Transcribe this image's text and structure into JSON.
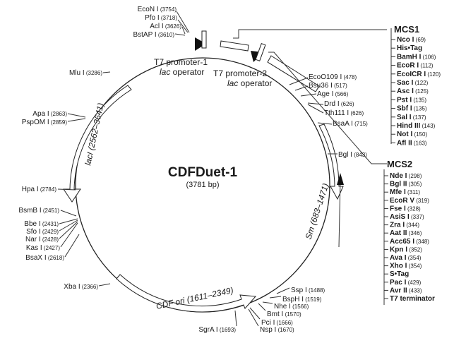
{
  "plasmid": {
    "name": "CDFDuet-1",
    "size_label": "(3781 bp)"
  },
  "features": {
    "lacI": "lacI (2562–3641)",
    "sm": "Sm (683–1471)",
    "cdf_ori": "CDF ori (1611–2349)",
    "t7_promoter_1": "T7 promoter-1",
    "lac_operator_1_italic": "lac",
    "lac_operator_1_rest": " operator",
    "t7_promoter_2": "T7 promoter-2",
    "lac_operator_2_italic": "lac",
    "lac_operator_2_rest": " operator"
  },
  "sites": [
    {
      "name": "EcoN I",
      "pos": "(3754)"
    },
    {
      "name": "Pfo I",
      "pos": "(3718)"
    },
    {
      "name": "Acl I",
      "pos": "(3626)"
    },
    {
      "name": "BstAP I",
      "pos": "(3610)"
    },
    {
      "name": "Mlu I",
      "pos": "(3286)"
    },
    {
      "name": "Apa I",
      "pos": "(2863)"
    },
    {
      "name": "PspOM I",
      "pos": "(2859)"
    },
    {
      "name": "Hpa I",
      "pos": "(2784)"
    },
    {
      "name": "BsmB I",
      "pos": "(2451)"
    },
    {
      "name": "Bbe I",
      "pos": "(2431)"
    },
    {
      "name": "Sfo I",
      "pos": "(2429)"
    },
    {
      "name": "Nar I",
      "pos": "(2428)"
    },
    {
      "name": "Kas I",
      "pos": "(2427)"
    },
    {
      "name": "BsaX I",
      "pos": "(2618)"
    },
    {
      "name": "Xba I",
      "pos": "(2366)"
    },
    {
      "name": "SgrA I",
      "pos": "(1693)"
    },
    {
      "name": "Nsp I",
      "pos": "(1670)"
    },
    {
      "name": "Pci I",
      "pos": "(1666)"
    },
    {
      "name": "Bmt I",
      "pos": "(1570)"
    },
    {
      "name": "Nhe I",
      "pos": "(1566)"
    },
    {
      "name": "BspH I",
      "pos": "(1519)"
    },
    {
      "name": "Ssp I",
      "pos": "(1488)"
    },
    {
      "name": "EcoO109 I",
      "pos": "(478)"
    },
    {
      "name": "Bsu36 I",
      "pos": "(517)"
    },
    {
      "name": "Age I",
      "pos": "(566)"
    },
    {
      "name": "Drd I",
      "pos": "(626)"
    },
    {
      "name": "Tth111 I",
      "pos": "(626)"
    },
    {
      "name": "BsaA I",
      "pos": "(715)"
    },
    {
      "name": "Bgl I",
      "pos": "(843)"
    }
  ],
  "mcs1": {
    "title": "MCS1",
    "items": [
      {
        "name": "Nco I",
        "pos": "(69)"
      },
      {
        "name": "His•Tag",
        "pos": ""
      },
      {
        "name": "BamH I",
        "pos": "(106)"
      },
      {
        "name": "EcoR I",
        "pos": "(112)"
      },
      {
        "name": "EcoICR I",
        "pos": "(120)"
      },
      {
        "name": "Sac I",
        "pos": "(122)"
      },
      {
        "name": "Asc I",
        "pos": "(125)"
      },
      {
        "name": "Pst I",
        "pos": "(135)"
      },
      {
        "name": "Sbf I",
        "pos": "(135)"
      },
      {
        "name": "Sal I",
        "pos": "(137)"
      },
      {
        "name": "Hind III",
        "pos": "(143)"
      },
      {
        "name": "Not I",
        "pos": "(150)"
      },
      {
        "name": "Afl II",
        "pos": "(163)"
      }
    ]
  },
  "mcs2": {
    "title": "MCS2",
    "items": [
      {
        "name": "Nde I",
        "pos": "(298)"
      },
      {
        "name": "Bgl II",
        "pos": "(305)"
      },
      {
        "name": "Mfe I",
        "pos": "(311)"
      },
      {
        "name": "EcoR V",
        "pos": "(319)"
      },
      {
        "name": "Fse I",
        "pos": "(328)"
      },
      {
        "name": "AsiS I",
        "pos": "(337)"
      },
      {
        "name": "Zra I",
        "pos": "(344)"
      },
      {
        "name": "Aat II",
        "pos": "(346)"
      },
      {
        "name": "Acc65 I",
        "pos": "(348)"
      },
      {
        "name": "Kpn I",
        "pos": "(352)"
      },
      {
        "name": "Ava I",
        "pos": "(354)"
      },
      {
        "name": "Xho I",
        "pos": "(354)"
      },
      {
        "name": "S•Tag",
        "pos": ""
      },
      {
        "name": "Pac I",
        "pos": "(429)"
      },
      {
        "name": "Avr II",
        "pos": "(433)"
      },
      {
        "name": "T7 terminator",
        "pos": ""
      }
    ]
  }
}
